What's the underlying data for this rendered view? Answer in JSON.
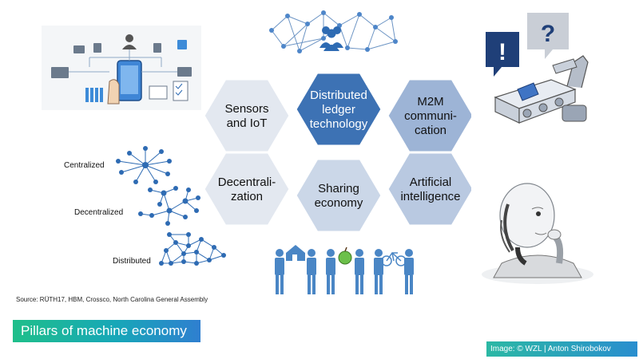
{
  "pillars": [
    {
      "label": "Sensors and IoT",
      "lines": [
        "Sensors",
        "and IoT"
      ],
      "fill": "#e3e8f0",
      "text_color": "#111111"
    },
    {
      "label": "Distributed ledger technology",
      "lines": [
        "Distributed",
        "ledger",
        "technology"
      ],
      "fill": "#3d72b4",
      "text_color": "#ffffff"
    },
    {
      "label": "M2M communication",
      "lines": [
        "M2M",
        "communi-",
        "cation"
      ],
      "fill": "#9db4d6",
      "text_color": "#111111"
    },
    {
      "label": "Decentralization",
      "lines": [
        "Decentrali-",
        "zation"
      ],
      "fill": "#e3e8f0",
      "text_color": "#111111"
    },
    {
      "label": "Sharing economy",
      "lines": [
        "Sharing",
        "economy"
      ],
      "fill": "#cbd7e8",
      "text_color": "#111111"
    },
    {
      "label": "Artificial intelligence",
      "lines": [
        "Artificial",
        "intelligence"
      ],
      "fill": "#b9c9e1",
      "text_color": "#111111"
    }
  ],
  "network_types": {
    "centralized": "Centralized",
    "decentralized": "Decentralized",
    "distributed": "Distributed"
  },
  "source_note": "Source: RÜTH17, HBM, Crossco, North Carolina General Assembly",
  "title": "Pillars of machine economy",
  "image_credit": "Image: © WZL | Anton Shirobokov",
  "colors": {
    "node_blue": "#2e6bb3",
    "people_blue": "#4a86c5",
    "hex_stroke": "#ffffff"
  },
  "icons": {
    "iot_scene": "smartphone-iot-icon",
    "ledger_network": "network-people-icon",
    "m2m": "robot-chat-icon",
    "ai": "humanoid-robot-icon",
    "sharing": "people-sharing-icon"
  }
}
